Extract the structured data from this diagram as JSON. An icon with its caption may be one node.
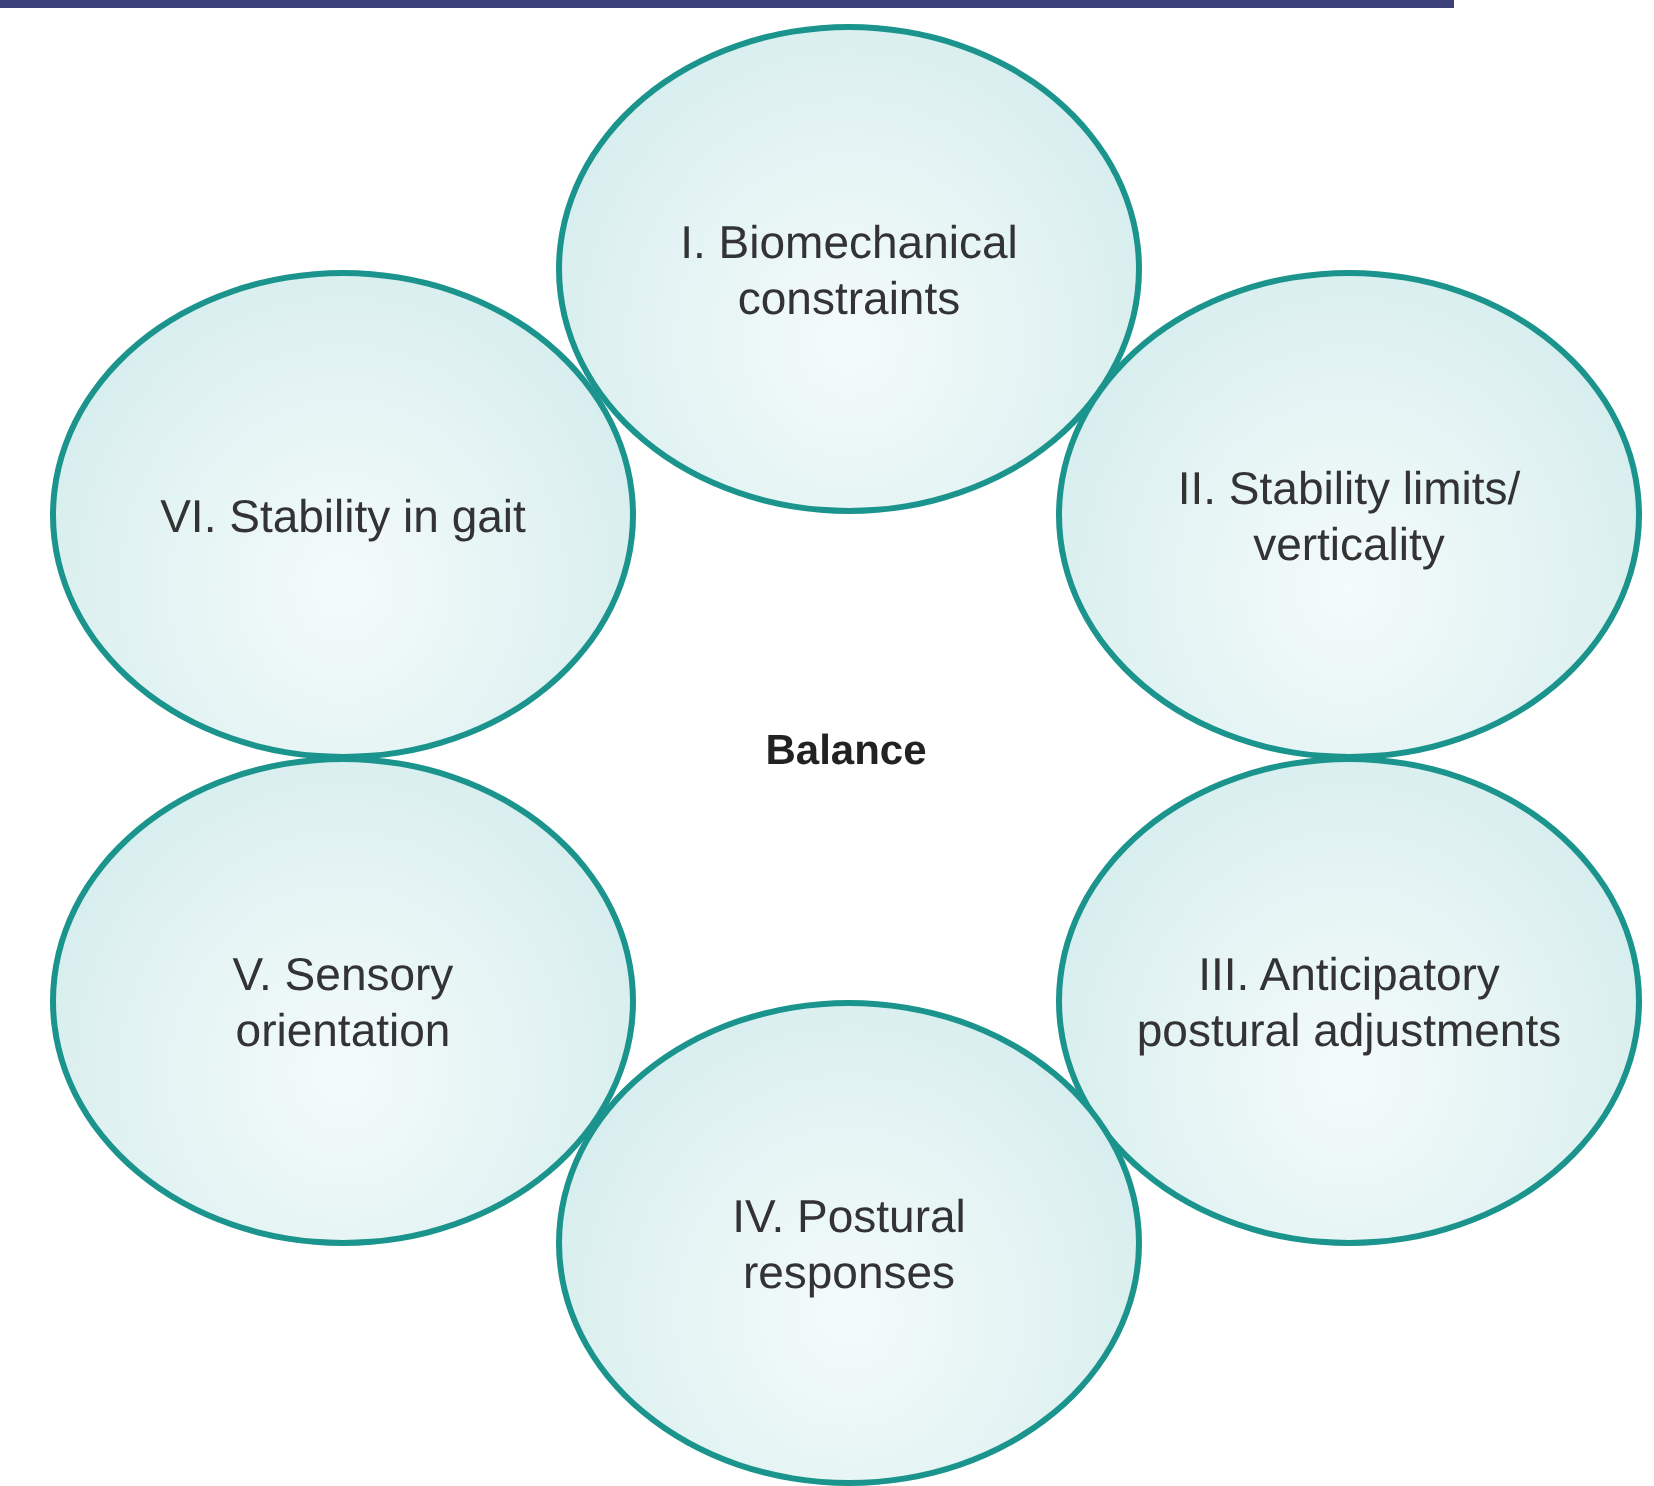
{
  "diagram": {
    "nodes": [
      {
        "text": [
          "I. Biomechanical constraints"
        ]
      },
      {
        "text": [
          "VI. Stability in gait"
        ]
      },
      {
        "text": [
          "II. Stability limits/ verticality"
        ]
      },
      {
        "text": [
          "V. Sensory orientation"
        ]
      },
      {
        "text": [
          "III. Anticipatory postural adjustments"
        ]
      },
      {
        "text": [
          "IV. Postural responses"
        ]
      }
    ],
    "edges": [],
    "labels": [
      "Balance"
    ]
  }
}
